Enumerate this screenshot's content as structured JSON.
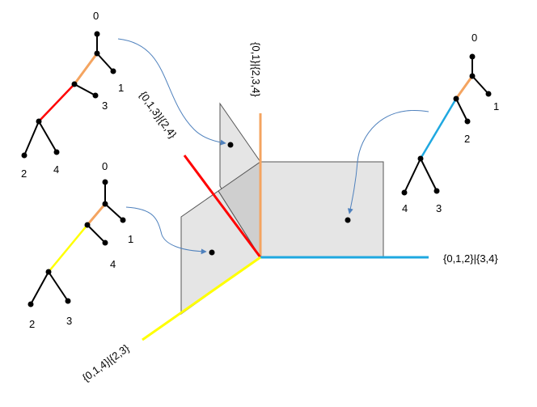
{
  "splits": {
    "orange": "{0,1}|{2,3,4}",
    "red": "{0,1,3}|{2,4}",
    "blue": "{0,1,2}|{3,4}",
    "yellow": "{0,1,4}|{2,3}"
  },
  "trees": {
    "top_left": {
      "labels": [
        "0",
        "1",
        "3",
        "2",
        "4"
      ]
    },
    "bottom_left": {
      "labels": [
        "0",
        "1",
        "4",
        "2",
        "3"
      ]
    },
    "right": {
      "labels": [
        "0",
        "1",
        "2",
        "4",
        "3"
      ]
    }
  },
  "colors": {
    "orange": "#f4a460",
    "red": "#ff0000",
    "blue": "#1fa8e0",
    "yellow": "#ffff00",
    "plane_fill": "#e5e5e5",
    "plane_dark": "#cfcfcf",
    "arrow": "#4f81bd"
  }
}
